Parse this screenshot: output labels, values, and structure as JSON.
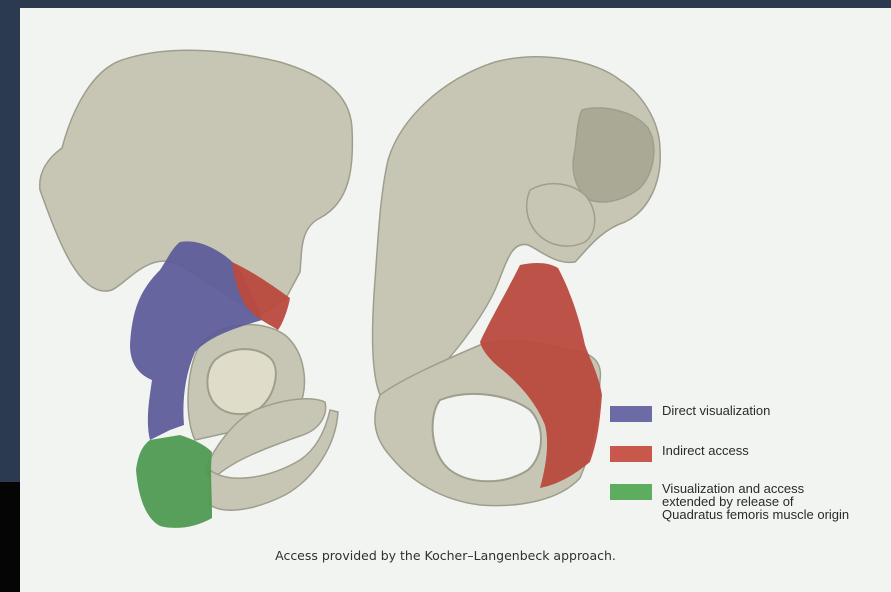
{
  "colors": {
    "frame": "#2b3a4f",
    "paper": "#f1f4f1",
    "bone": "#c7c6b4",
    "bone_shadow": "#9f9e8c",
    "direct": "#5f5d9a",
    "indirect": "#b94a3e",
    "extended": "#4f9a52"
  },
  "legend": [
    {
      "label": "Direct visualization",
      "color": "#6c6ba6"
    },
    {
      "label": "Indirect access",
      "color": "#c8584c"
    },
    {
      "label": "Visualization and access\nextended by release of\nQuadratus femoris muscle origin",
      "color": "#5cae5e"
    }
  ],
  "caption": "Access provided by the Kocher–Langenbeck approach."
}
